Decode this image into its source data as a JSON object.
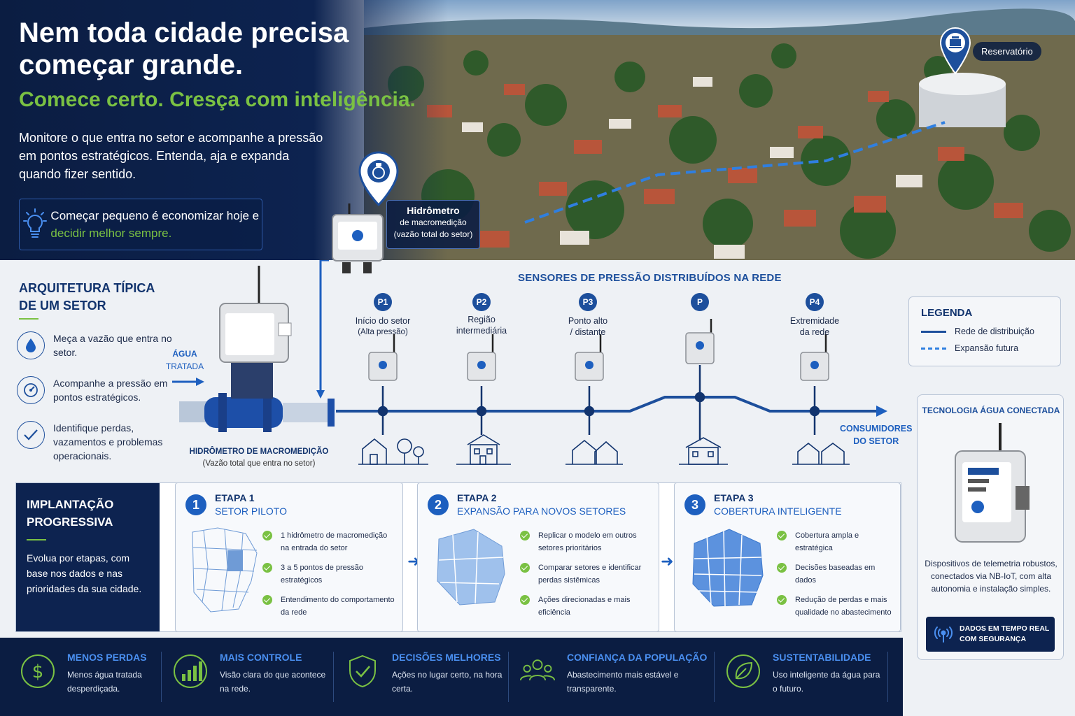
{
  "hero": {
    "title": "Nem toda cidade precisa começar grande.",
    "subtitle": "Comece certo. Cresça com inteligência.",
    "description": "Monitore o que entra no setor e acompanhe a pressão em pontos estratégicos. Entenda, aja e expanda quando fizer sentido.",
    "tip_prefix": "Começar pequeno é economizar hoje e ",
    "tip_highlight": "decidir melhor sempre.",
    "reservoir_label": "Reservatório",
    "meter_title": "Hidrômetro",
    "meter_line2": "de macromedição",
    "meter_line3": "(vazão total do setor)"
  },
  "architecture": {
    "title": "ARQUITETURA TÍPICA DE UM SETOR",
    "items": [
      {
        "icon": "water-drop-icon",
        "text": "Meça a vazão que entra no setor."
      },
      {
        "icon": "gauge-icon",
        "text": "Acompanhe a pressão em pontos estratégicos."
      },
      {
        "icon": "check-circle-icon",
        "text": "Identifique perdas, vazamentos e problemas operacionais."
      }
    ],
    "water_label_1": "ÁGUA",
    "water_label_2": "TRATADA",
    "meter_caption": "HIDRÔMETRO DE MACROMEDIÇÃO",
    "meter_caption_sub": "(Vazão total que entra no setor)",
    "sensors_title": "SENSORES DE PRESSÃO DISTRIBUÍDOS NA REDE",
    "sensors": [
      {
        "badge": "P1",
        "line1": "Início do setor",
        "line2": "(Alta pressão)"
      },
      {
        "badge": "P2",
        "line1": "Região",
        "line2": "intermediária"
      },
      {
        "badge": "P3",
        "line1": "Ponto alto",
        "line2": "/ distante"
      },
      {
        "badge": "P",
        "line1": "",
        "line2": ""
      },
      {
        "badge": "P4",
        "line1": "Extremidade",
        "line2": "da rede"
      }
    ],
    "consumers_1": "CONSUMIDORES",
    "consumers_2": "DO SETOR"
  },
  "legend": {
    "title": "LEGENDA",
    "solid": "Rede de distribuição",
    "dashed": "Expansão futura"
  },
  "tech": {
    "title": "TECNOLOGIA ÁGUA CONECTADA",
    "description": "Dispositivos de telemetria robustos, conectados via NB-IoT, com alta autonomia e instalação simples.",
    "button_1": "DADOS EM TEMPO REAL",
    "button_2": "COM SEGURANÇA"
  },
  "implantation": {
    "title": "IMPLANTAÇÃO PROGRESSIVA",
    "description": "Evolua por etapas, com base nos dados e nas prioridades da sua cidade.",
    "stages": [
      {
        "num": "1",
        "title": "ETAPA 1",
        "subtitle": "SETOR PILOTO",
        "items": [
          "1 hidrômetro de macromedição na entrada do setor",
          "3 a 5 pontos de pressão estratégicos",
          "Entendimento do comportamento da rede"
        ]
      },
      {
        "num": "2",
        "title": "ETAPA 2",
        "subtitle": "EXPANSÃO PARA NOVOS SETORES",
        "items": [
          "Replicar o modelo em outros setores prioritários",
          "Comparar setores e identificar perdas sistêmicas",
          "Ações direcionadas e mais eficiência"
        ]
      },
      {
        "num": "3",
        "title": "ETAPA 3",
        "subtitle": "COBERTURA INTELIGENTE",
        "items": [
          "Cobertura ampla e estratégica",
          "Decisões baseadas em dados",
          "Redução de perdas e mais qualidade no abastecimento"
        ]
      }
    ]
  },
  "benefits": [
    {
      "icon": "dollar-icon",
      "title": "MENOS PERDAS",
      "text": "Menos água tratada desperdiçada."
    },
    {
      "icon": "bar-chart-icon",
      "title": "MAIS CONTROLE",
      "text": "Visão clara do que acontece na rede."
    },
    {
      "icon": "shield-check-icon",
      "title": "DECISÕES MELHORES",
      "text": "Ações no lugar certo, na hora certa."
    },
    {
      "icon": "people-icon",
      "title": "CONFIANÇA DA POPULAÇÃO",
      "text": "Abastecimento mais estável e transparente."
    },
    {
      "icon": "leaf-icon",
      "title": "SUSTENTABILIDADE",
      "text": "Uso inteligente da água para o futuro."
    }
  ],
  "colors": {
    "navy": "#0d2350",
    "blue": "#1d5fbf",
    "green": "#7ac143"
  }
}
